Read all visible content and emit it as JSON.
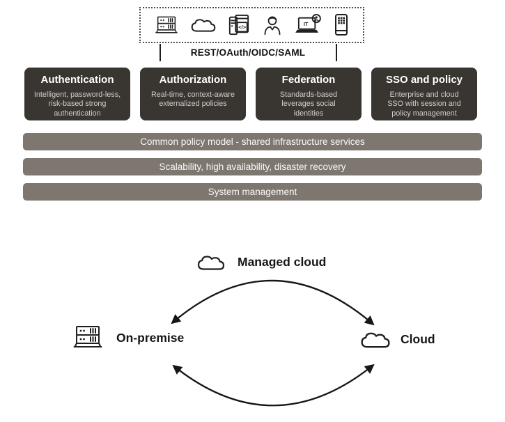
{
  "diagram": {
    "clients_panel": {
      "icons": [
        {
          "name": "server-icon"
        },
        {
          "name": "cloud-icon"
        },
        {
          "name": "code-window-icon",
          "glyph": "</>"
        },
        {
          "name": "person-icon"
        },
        {
          "name": "it-laptop-icon",
          "glyph": "IT"
        },
        {
          "name": "mobile-device-icon"
        }
      ],
      "protocol_label": "REST/OAuth/OIDC/SAML"
    },
    "capabilities": [
      {
        "title": "Authentication",
        "description": "Intelligent, password-less,\nrisk-based strong\nauthentication"
      },
      {
        "title": "Authorization",
        "description": "Real-time, context-aware\nexternalized policies"
      },
      {
        "title": "Federation",
        "description": "Standards-based\nleverages social\nidentities"
      },
      {
        "title": "SSO and policy",
        "description": "Enterprise and cloud\nSSO with session and\npolicy management"
      }
    ],
    "platform_bars": [
      "Common policy model - shared infrastructure services",
      "Scalability, high availability, disaster recovery",
      "System management"
    ],
    "deployment": {
      "managed_cloud_label": "Managed cloud",
      "on_premise_label": "On-premise",
      "cloud_label": "Cloud"
    },
    "colors": {
      "capability_box": "#393531",
      "platform_bar": "#7d7770",
      "line": "#1f1f1f"
    }
  }
}
